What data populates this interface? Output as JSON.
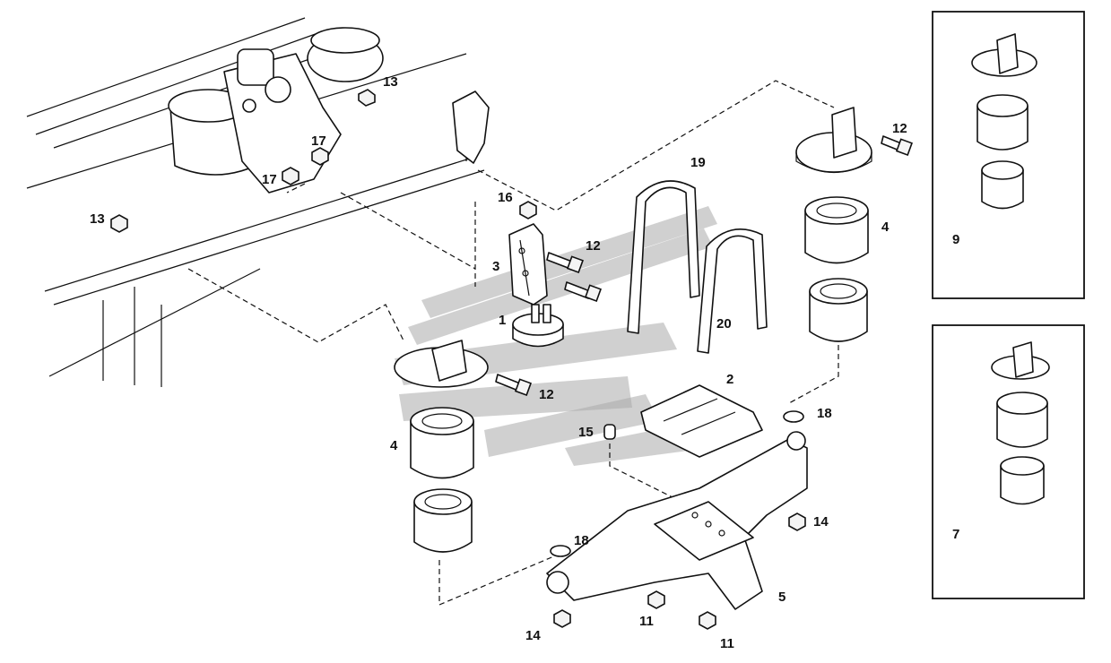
{
  "callouts": {
    "c13a": "13",
    "c13b": "13",
    "c17a": "17",
    "c17b": "17",
    "c16": "16",
    "c12a": "12",
    "c12b": "12",
    "c12c": "12",
    "c3": "3",
    "c1": "1",
    "c19": "19",
    "c20": "20",
    "c4a": "4",
    "c4b": "4",
    "c2": "2",
    "c18a": "18",
    "c18b": "18",
    "c15": "15",
    "c14a": "14",
    "c14b": "14",
    "c11a": "11",
    "c11b": "11",
    "c5": "5",
    "c9": "9",
    "c7": "7"
  },
  "colors": {
    "line": "#111111",
    "watermark": "#a9a9a9",
    "background": "#ffffff"
  }
}
